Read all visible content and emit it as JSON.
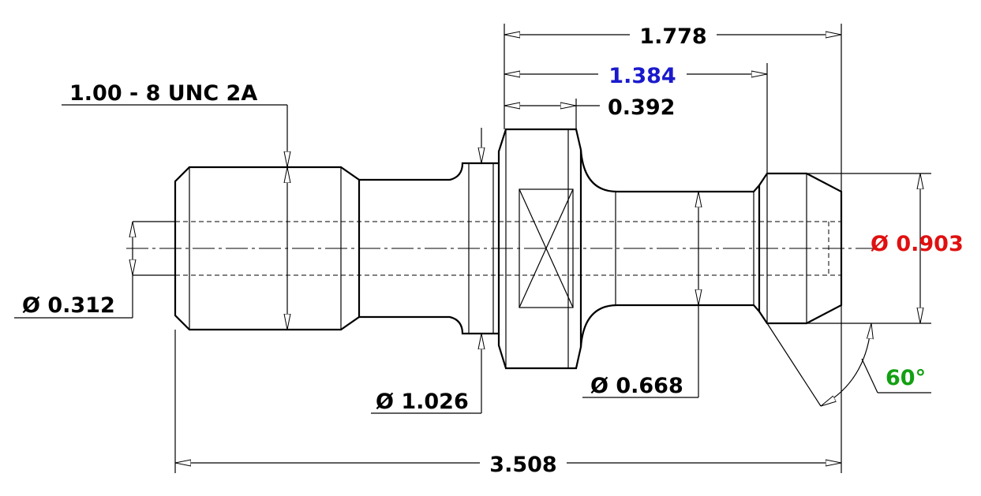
{
  "dimensions": {
    "overall_length": "3.508",
    "flange_to_end": "1.778",
    "neck_to_end": "1.384",
    "flange_width": "0.392",
    "thread_spec": "1.00 - 8 UNC 2A",
    "bore_diameter": "Ø 0.312",
    "collar_diameter": "Ø 1.026",
    "neck_diameter": "Ø 0.668",
    "knob_diameter": "Ø 0.903",
    "knob_angle": "60°"
  },
  "colors": {
    "default": "#000000",
    "highlight_blue": "#1a1acc",
    "highlight_red": "#e01010",
    "highlight_green": "#12a012"
  }
}
